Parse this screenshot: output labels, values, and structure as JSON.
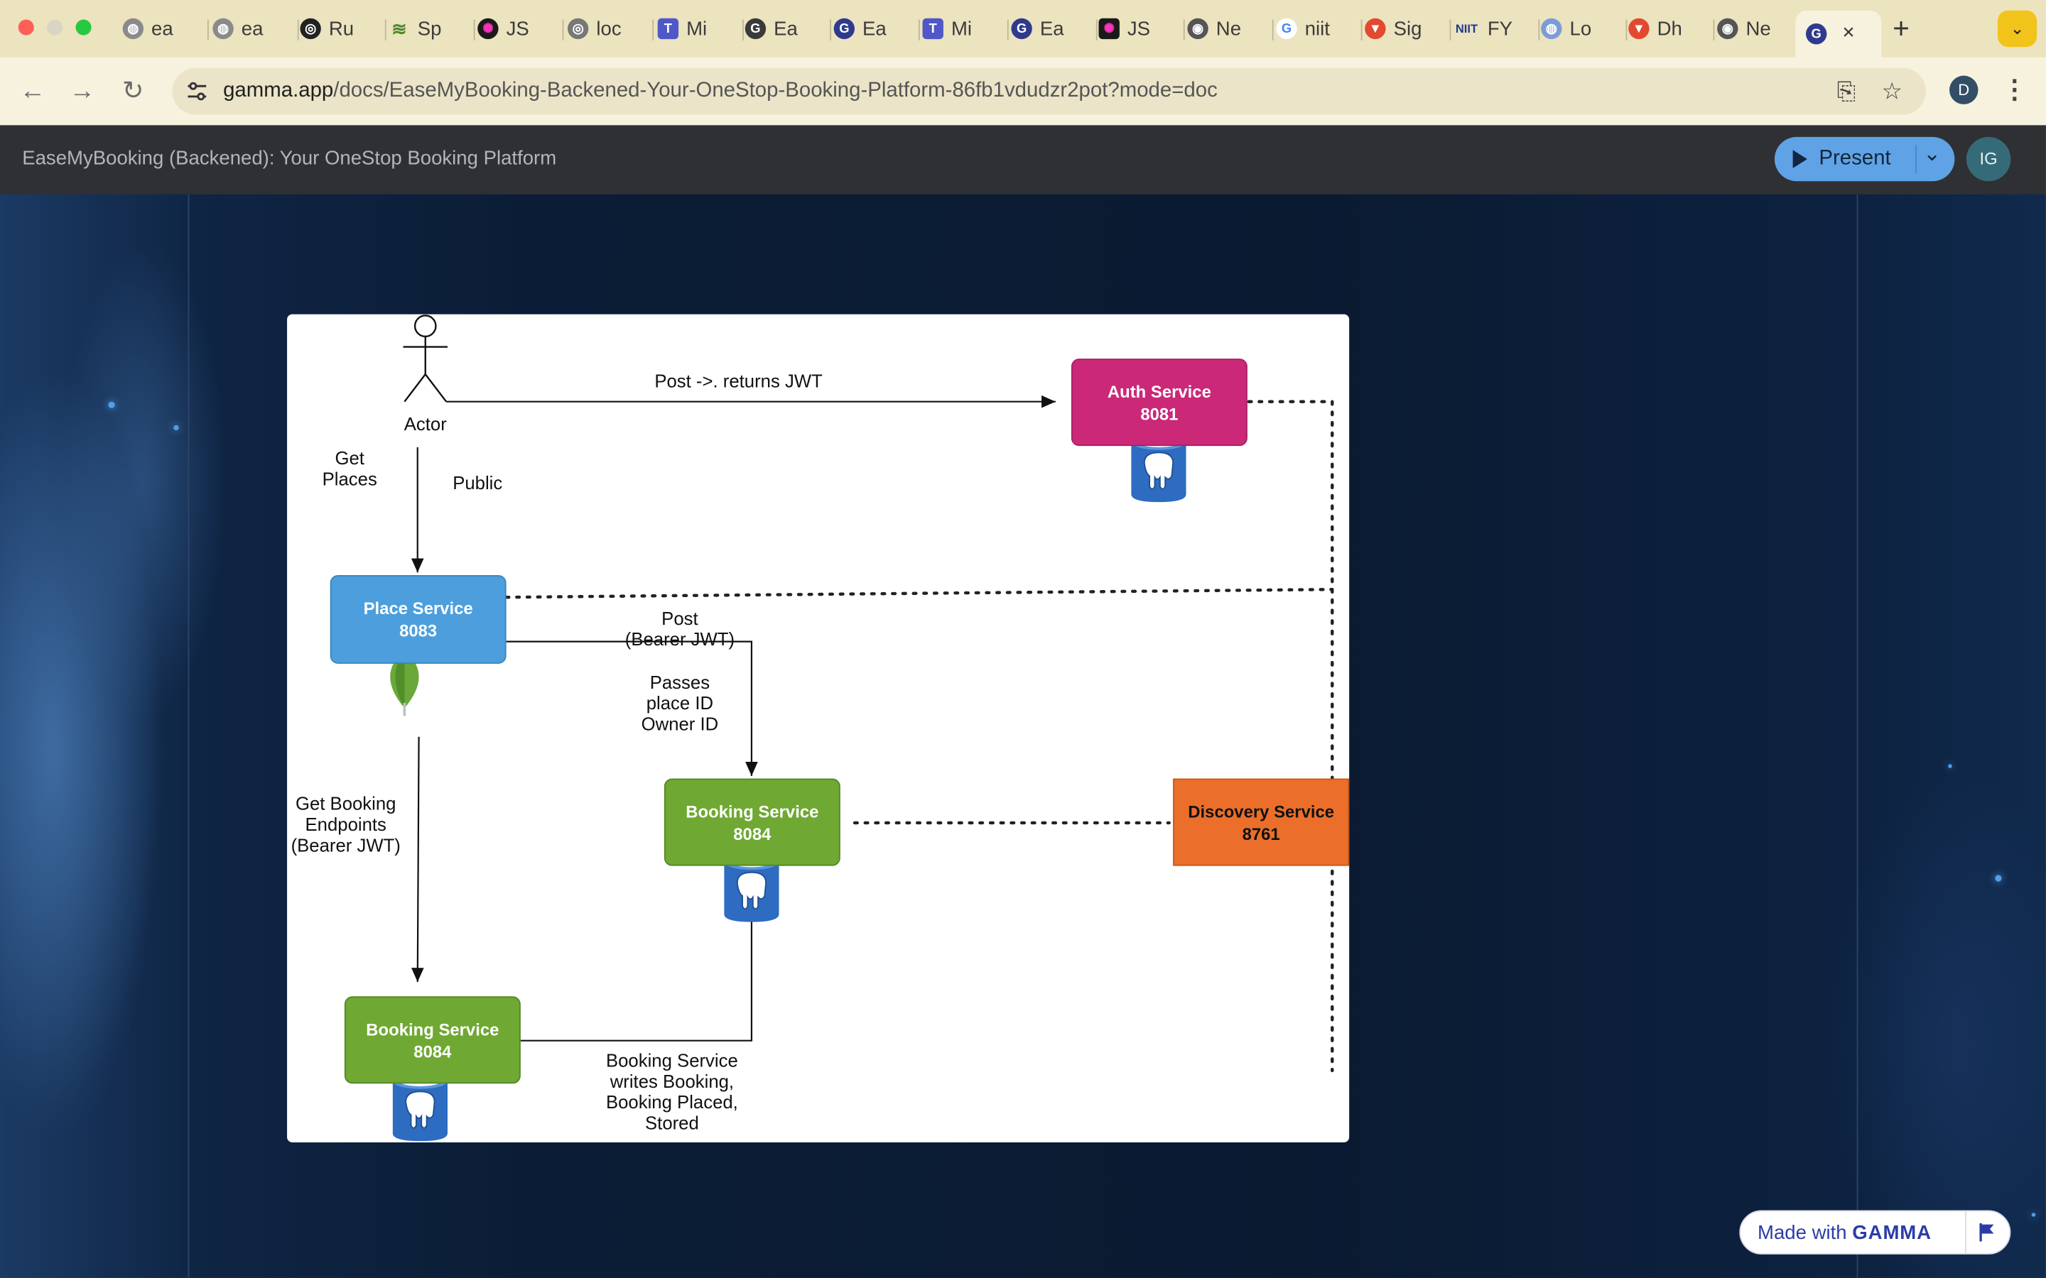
{
  "browser": {
    "tabs": [
      {
        "label": "ea",
        "icon": "globe-icon"
      },
      {
        "label": "ea",
        "icon": "globe-icon"
      },
      {
        "label": "Ru",
        "icon": "openai-icon"
      },
      {
        "label": "Sp",
        "icon": "spring-icon"
      },
      {
        "label": "JS",
        "icon": "jsconsole-icon"
      },
      {
        "label": "loc",
        "icon": "openai-icon"
      },
      {
        "label": "Mi",
        "icon": "teams-icon"
      },
      {
        "label": "Ea",
        "icon": "gamma-icon"
      },
      {
        "label": "Ea",
        "icon": "gamma-icon"
      },
      {
        "label": "Mi",
        "icon": "teams-icon"
      },
      {
        "label": "Ea",
        "icon": "gamma-icon"
      },
      {
        "label": "JS",
        "icon": "jsconsole-icon"
      },
      {
        "label": "Ne",
        "icon": "chrome-icon"
      },
      {
        "label": "niit",
        "icon": "google-icon"
      },
      {
        "label": "Sig",
        "icon": "gitlab-icon"
      },
      {
        "label": "FY",
        "icon": "niit-icon"
      },
      {
        "label": "Lo",
        "icon": "globe-icon"
      },
      {
        "label": "Dh",
        "icon": "gitlab-icon"
      },
      {
        "label": "Ne",
        "icon": "chrome-icon"
      }
    ],
    "active_tab_close": "×",
    "new_tab": "+",
    "url_host": "gamma.app",
    "url_path": "/docs/EaseMyBooking-Backened-Your-OneStop-Booking-Platform-86fb1vdudzr2pot?mode=doc",
    "profile_initial": "D"
  },
  "doc": {
    "title": "EaseMyBooking (Backened): Your OneStop Booking Platform",
    "present_label": "Present",
    "avatar_initials": "IG"
  },
  "diagram": {
    "actor_label": "Actor",
    "edge_post_jwt": "Post ->.  returns JWT",
    "edge_get_places": "Get\nPlaces",
    "edge_public": "Public",
    "edge_post_bearer": "Post\n(Bearer JWT)",
    "edge_passes": "Passes\nplace ID\nOwner ID",
    "edge_get_booking": "Get Booking\nEndpoints\n(Bearer JWT)",
    "edge_booking_writes": "Booking Service\nwrites Booking,\nBooking Placed,\nStored",
    "auth": {
      "name": "Auth Service",
      "port": "8081"
    },
    "place": {
      "name": "Place Service",
      "port": "8083"
    },
    "booking_top": {
      "name": "Booking Service",
      "port": "8084"
    },
    "booking_bottom": {
      "name": "Booking Service",
      "port": "8084"
    },
    "discovery": {
      "name": "Discovery Service",
      "port": "8761"
    }
  },
  "footer": {
    "made_with": "Made with",
    "brand": "GAMMA"
  },
  "colors": {
    "auth": "#cc2878",
    "place": "#4c9fdc",
    "booking": "#6fa832",
    "discovery": "#eb6f2a",
    "present": "#5fa3e6"
  }
}
